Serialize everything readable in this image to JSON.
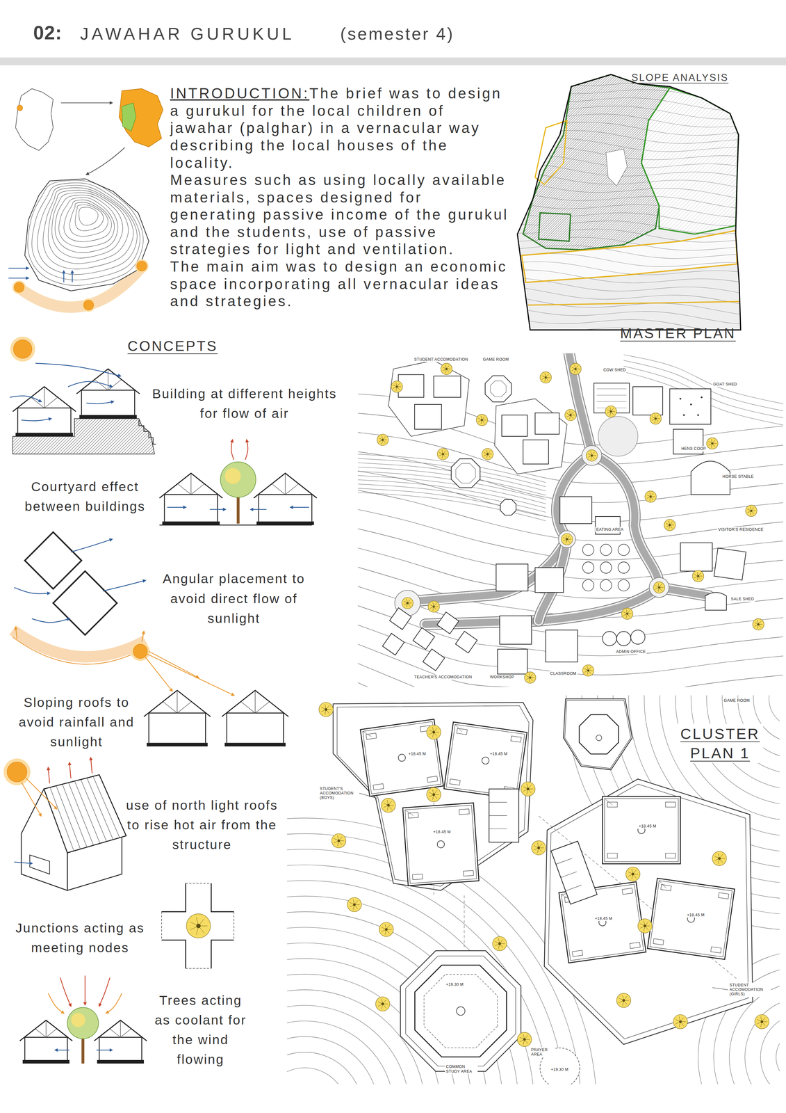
{
  "diagram": {
    "title": "JAWAHAR GURUKUL",
    "labels": [
      "02:",
      "(semester 4)",
      "INTRODUCTION:",
      "The brief was to design a gurukul for the local children of jawahar (palghar) in a vernacular way describing the local houses of the locality.",
      "Measures such as using locally available materials, spaces designed for generating passive income of the gurukul and the students, use of passive strategies for light and ventilation.",
      "The main aim was to design an economic space incorporating all vernacular ideas and strategies.",
      "SLOPE ANALYSIS",
      "MASTER PLAN",
      "CONCEPTS",
      "Building at different heights for flow of air",
      "Courtyard effect between buildings",
      "Angular placement to avoid direct flow of sunlight",
      "Sloping roofs to avoid rainfall and sunlight",
      "use of north light roofs to rise hot air from the structure",
      "Junctions acting as meeting nodes",
      "Trees acting as coolant for the wind flowing",
      "CLUSTER PLAN 1",
      "STUDENT ACCOMODATION",
      "GAME ROOM",
      "COW SHED",
      "GOAT SHED",
      "HENS COOP",
      "HORSE STABLE",
      "EATING AREA",
      "VISITOR'S RESIDENCE",
      "SALE SHED",
      "ADMIN OFFICE",
      "CLASSROOM",
      "WORKSHOP",
      "TEACHER'S ACCOMODATION",
      "GAME ROOM",
      "STUDENT'S ACCOMODATION (BOYS)",
      "STUDENT ACCOMODATION (GIRLS)",
      "COMMON STUDY AREA",
      "PRAYER AREA",
      "+18.45 M",
      "+18.45 M",
      "+18.45 M",
      "+18.45 M",
      "+18.45 M",
      "+18.45 M",
      "+19.30 M",
      "+19.30 M"
    ]
  }
}
